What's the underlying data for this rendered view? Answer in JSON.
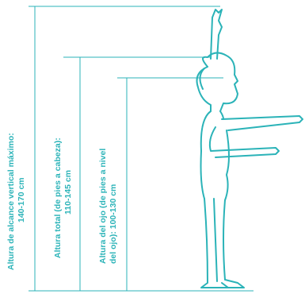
{
  "measures": [
    {
      "line1": "Altura de alcance vertical máximo:",
      "line2": "140-170 cm"
    },
    {
      "line1": "Altura total (de pies a cabeza):",
      "line2": "110-145 cm"
    },
    {
      "line1": "Altura del ojo (de pies a nivel",
      "line2": "del ojo): 100-130 cm"
    }
  ],
  "colors": {
    "accent": "#2bb3b8",
    "background": "#ffffff"
  }
}
